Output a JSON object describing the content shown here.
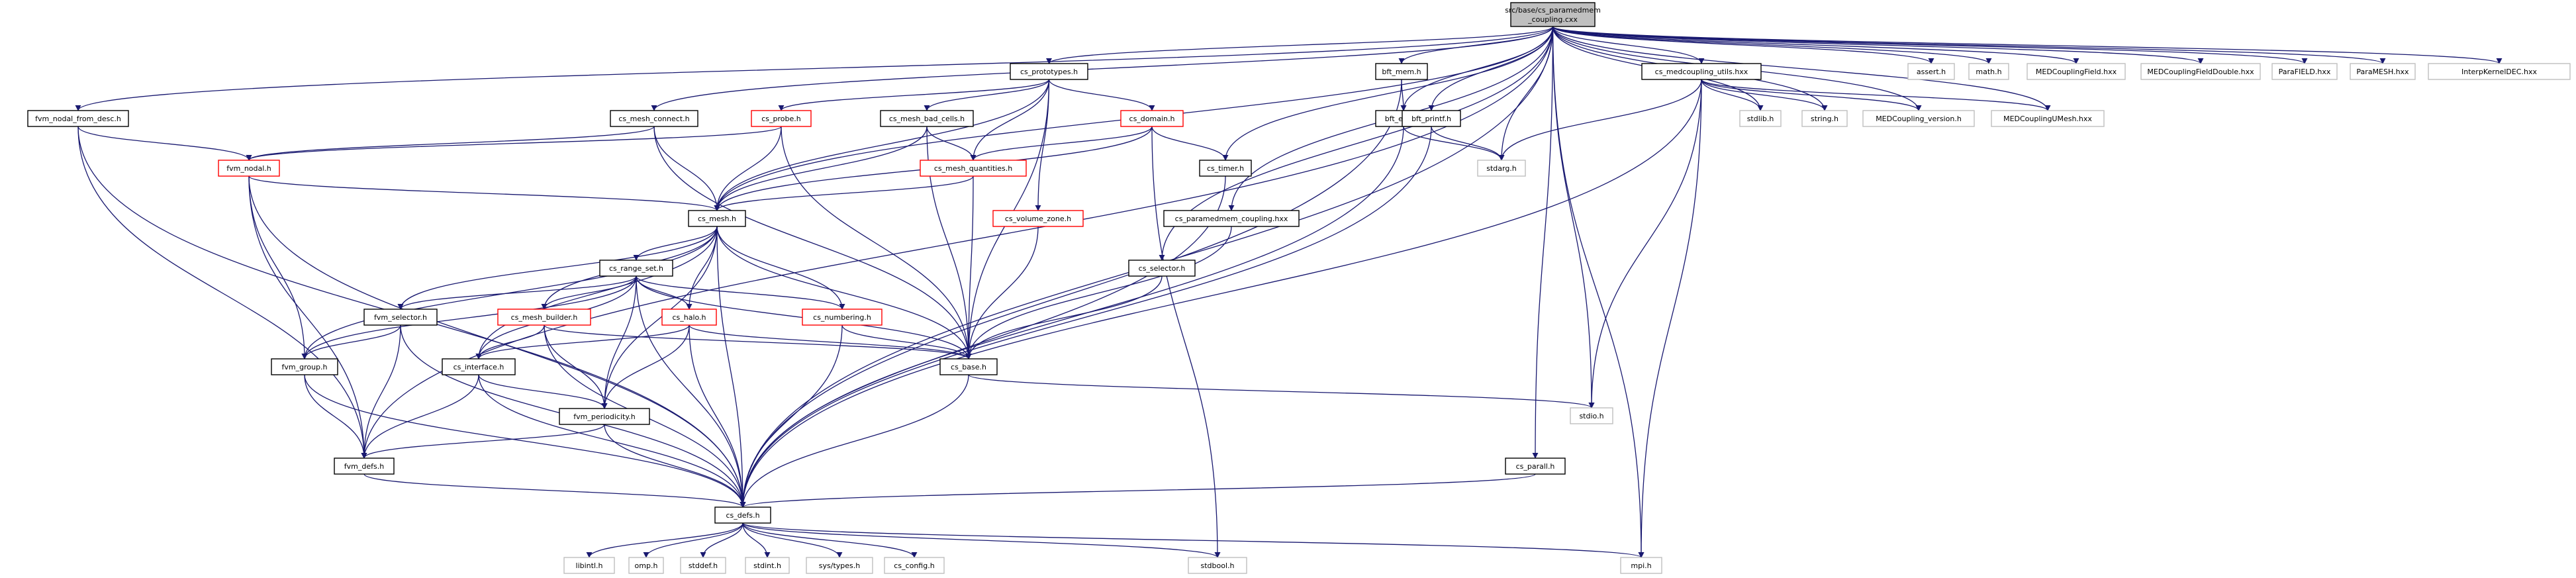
{
  "colors": {
    "root_fill": "#bfbfbf",
    "normal_border": "#000000",
    "missing_border": "#ff0000",
    "system_border": "#bfbfbf",
    "edge": "#191970"
  },
  "nodes": [
    {
      "id": "root",
      "lines": [
        "src/base/cs_paramedmem",
        "_coupling.cxx"
      ],
      "kind": "root"
    },
    {
      "id": "fvm_nodal_from_desc",
      "lines": [
        "fvm_nodal_from_desc.h"
      ],
      "kind": "normal"
    },
    {
      "id": "cs_mesh_connect",
      "lines": [
        "cs_mesh_connect.h"
      ],
      "kind": "normal"
    },
    {
      "id": "cs_prototypes",
      "lines": [
        "cs_prototypes.h"
      ],
      "kind": "normal"
    },
    {
      "id": "bft_mem",
      "lines": [
        "bft_mem.h"
      ],
      "kind": "normal"
    },
    {
      "id": "cs_medcoupling_utils",
      "lines": [
        "cs_medcoupling_utils.hxx"
      ],
      "kind": "normal"
    },
    {
      "id": "assert",
      "lines": [
        "assert.h"
      ],
      "kind": "system"
    },
    {
      "id": "math",
      "lines": [
        "math.h"
      ],
      "kind": "system"
    },
    {
      "id": "MEDCouplingField",
      "lines": [
        "MEDCouplingField.hxx"
      ],
      "kind": "system"
    },
    {
      "id": "MEDCouplingFieldDouble",
      "lines": [
        "MEDCouplingFieldDouble.hxx"
      ],
      "kind": "system"
    },
    {
      "id": "ParaFIELD",
      "lines": [
        "ParaFIELD.hxx"
      ],
      "kind": "system"
    },
    {
      "id": "ParaMESH",
      "lines": [
        "ParaMESH.hxx"
      ],
      "kind": "system"
    },
    {
      "id": "InterpKernelDEC",
      "lines": [
        "InterpKernelDEC.hxx"
      ],
      "kind": "system"
    },
    {
      "id": "cs_probe",
      "lines": [
        "cs_probe.h"
      ],
      "kind": "missing"
    },
    {
      "id": "cs_mesh_bad_cells",
      "lines": [
        "cs_mesh_bad_cells.h"
      ],
      "kind": "normal"
    },
    {
      "id": "cs_domain",
      "lines": [
        "cs_domain.h"
      ],
      "kind": "missing"
    },
    {
      "id": "bft_error",
      "lines": [
        "bft_error.h"
      ],
      "kind": "normal"
    },
    {
      "id": "bft_printf",
      "lines": [
        "bft_printf.h"
      ],
      "kind": "normal"
    },
    {
      "id": "stdlib",
      "lines": [
        "stdlib.h"
      ],
      "kind": "system"
    },
    {
      "id": "string",
      "lines": [
        "string.h"
      ],
      "kind": "system"
    },
    {
      "id": "MEDCoupling_version",
      "lines": [
        "MEDCoupling_version.h"
      ],
      "kind": "system"
    },
    {
      "id": "MEDCouplingUMesh",
      "lines": [
        "MEDCouplingUMesh.hxx"
      ],
      "kind": "system"
    },
    {
      "id": "fvm_nodal",
      "lines": [
        "fvm_nodal.h"
      ],
      "kind": "missing"
    },
    {
      "id": "cs_mesh_quantities",
      "lines": [
        "cs_mesh_quantities.h"
      ],
      "kind": "missing"
    },
    {
      "id": "cs_timer",
      "lines": [
        "cs_timer.h"
      ],
      "kind": "normal"
    },
    {
      "id": "stdarg",
      "lines": [
        "stdarg.h"
      ],
      "kind": "system"
    },
    {
      "id": "cs_mesh",
      "lines": [
        "cs_mesh.h"
      ],
      "kind": "normal"
    },
    {
      "id": "cs_volume_zone",
      "lines": [
        "cs_volume_zone.h"
      ],
      "kind": "missing"
    },
    {
      "id": "cs_paramedmem_coupling",
      "lines": [
        "cs_paramedmem_coupling.hxx"
      ],
      "kind": "normal"
    },
    {
      "id": "cs_range_set",
      "lines": [
        "cs_range_set.h"
      ],
      "kind": "normal"
    },
    {
      "id": "cs_selector",
      "lines": [
        "cs_selector.h"
      ],
      "kind": "normal"
    },
    {
      "id": "fvm_selector",
      "lines": [
        "fvm_selector.h"
      ],
      "kind": "normal"
    },
    {
      "id": "cs_mesh_builder",
      "lines": [
        "cs_mesh_builder.h"
      ],
      "kind": "missing"
    },
    {
      "id": "cs_halo",
      "lines": [
        "cs_halo.h"
      ],
      "kind": "missing"
    },
    {
      "id": "cs_numbering",
      "lines": [
        "cs_numbering.h"
      ],
      "kind": "missing"
    },
    {
      "id": "fvm_group",
      "lines": [
        "fvm_group.h"
      ],
      "kind": "normal"
    },
    {
      "id": "cs_interface",
      "lines": [
        "cs_interface.h"
      ],
      "kind": "normal"
    },
    {
      "id": "cs_base",
      "lines": [
        "cs_base.h"
      ],
      "kind": "normal"
    },
    {
      "id": "stdio",
      "lines": [
        "stdio.h"
      ],
      "kind": "system"
    },
    {
      "id": "fvm_periodicity",
      "lines": [
        "fvm_periodicity.h"
      ],
      "kind": "normal"
    },
    {
      "id": "cs_parall",
      "lines": [
        "cs_parall.h"
      ],
      "kind": "normal"
    },
    {
      "id": "fvm_defs",
      "lines": [
        "fvm_defs.h"
      ],
      "kind": "normal"
    },
    {
      "id": "cs_defs",
      "lines": [
        "cs_defs.h"
      ],
      "kind": "normal"
    },
    {
      "id": "libintl",
      "lines": [
        "libintl.h"
      ],
      "kind": "system"
    },
    {
      "id": "omp",
      "lines": [
        "omp.h"
      ],
      "kind": "system"
    },
    {
      "id": "stddef",
      "lines": [
        "stddef.h"
      ],
      "kind": "system"
    },
    {
      "id": "stdint",
      "lines": [
        "stdint.h"
      ],
      "kind": "system"
    },
    {
      "id": "sys_types",
      "lines": [
        "sys/types.h"
      ],
      "kind": "system"
    },
    {
      "id": "cs_config",
      "lines": [
        "cs_config.h"
      ],
      "kind": "system"
    },
    {
      "id": "stdbool",
      "lines": [
        "stdbool.h"
      ],
      "kind": "system"
    },
    {
      "id": "mpi",
      "lines": [
        "mpi.h"
      ],
      "kind": "system"
    }
  ],
  "edges": [
    [
      "root",
      "fvm_nodal_from_desc"
    ],
    [
      "root",
      "cs_mesh_connect"
    ],
    [
      "root",
      "cs_prototypes"
    ],
    [
      "root",
      "bft_mem"
    ],
    [
      "root",
      "bft_error"
    ],
    [
      "root",
      "bft_printf"
    ],
    [
      "root",
      "cs_medcoupling_utils"
    ],
    [
      "root",
      "cs_paramedmem_coupling"
    ],
    [
      "root",
      "cs_selector"
    ],
    [
      "root",
      "cs_timer"
    ],
    [
      "root",
      "cs_mesh"
    ],
    [
      "root",
      "cs_defs"
    ],
    [
      "root",
      "fvm_defs"
    ],
    [
      "root",
      "cs_parall"
    ],
    [
      "root",
      "stdarg"
    ],
    [
      "root",
      "stdio"
    ],
    [
      "root",
      "stdlib"
    ],
    [
      "root",
      "string"
    ],
    [
      "root",
      "assert"
    ],
    [
      "root",
      "math"
    ],
    [
      "root",
      "MEDCouplingField"
    ],
    [
      "root",
      "MEDCouplingFieldDouble"
    ],
    [
      "root",
      "ParaFIELD"
    ],
    [
      "root",
      "ParaMESH"
    ],
    [
      "root",
      "InterpKernelDEC"
    ],
    [
      "root",
      "MEDCoupling_version"
    ],
    [
      "root",
      "MEDCouplingUMesh"
    ],
    [
      "root",
      "mpi"
    ],
    [
      "fvm_nodal_from_desc",
      "fvm_nodal"
    ],
    [
      "fvm_nodal_from_desc",
      "fvm_defs"
    ],
    [
      "fvm_nodal_from_desc",
      "cs_defs"
    ],
    [
      "cs_mesh_connect",
      "fvm_nodal"
    ],
    [
      "cs_mesh_connect",
      "cs_mesh"
    ],
    [
      "cs_mesh_connect",
      "cs_base"
    ],
    [
      "cs_prototypes",
      "cs_probe"
    ],
    [
      "cs_prototypes",
      "cs_mesh_bad_cells"
    ],
    [
      "cs_prototypes",
      "cs_domain"
    ],
    [
      "cs_prototypes",
      "cs_mesh"
    ],
    [
      "cs_prototypes",
      "cs_mesh_quantities"
    ],
    [
      "cs_prototypes",
      "cs_volume_zone"
    ],
    [
      "cs_prototypes",
      "cs_base"
    ],
    [
      "cs_probe",
      "fvm_nodal"
    ],
    [
      "cs_probe",
      "cs_mesh"
    ],
    [
      "cs_probe",
      "cs_base"
    ],
    [
      "cs_mesh_bad_cells",
      "cs_mesh"
    ],
    [
      "cs_mesh_bad_cells",
      "cs_mesh_quantities"
    ],
    [
      "cs_mesh_bad_cells",
      "cs_base"
    ],
    [
      "cs_domain",
      "cs_mesh"
    ],
    [
      "cs_domain",
      "cs_mesh_quantities"
    ],
    [
      "cs_domain",
      "cs_timer"
    ],
    [
      "cs_domain",
      "stdbool"
    ],
    [
      "bft_mem",
      "bft_error"
    ],
    [
      "bft_mem",
      "cs_defs"
    ],
    [
      "bft_error",
      "stdarg"
    ],
    [
      "bft_error",
      "cs_defs"
    ],
    [
      "bft_printf",
      "stdarg"
    ],
    [
      "bft_printf",
      "cs_defs"
    ],
    [
      "cs_medcoupling_utils",
      "stdarg"
    ],
    [
      "cs_medcoupling_utils",
      "stdio"
    ],
    [
      "cs_medcoupling_utils",
      "stdlib"
    ],
    [
      "cs_medcoupling_utils",
      "string"
    ],
    [
      "cs_medcoupling_utils",
      "MEDCoupling_version"
    ],
    [
      "cs_medcoupling_utils",
      "MEDCouplingUMesh"
    ],
    [
      "cs_medcoupling_utils",
      "cs_defs"
    ],
    [
      "cs_medcoupling_utils",
      "mpi"
    ],
    [
      "fvm_nodal",
      "cs_mesh"
    ],
    [
      "fvm_nodal",
      "fvm_group"
    ],
    [
      "fvm_nodal",
      "fvm_defs"
    ],
    [
      "fvm_nodal",
      "cs_defs"
    ],
    [
      "cs_mesh_quantities",
      "cs_mesh"
    ],
    [
      "cs_mesh_quantities",
      "cs_base"
    ],
    [
      "cs_timer",
      "cs_defs"
    ],
    [
      "cs_volume_zone",
      "cs_base"
    ],
    [
      "cs_paramedmem_coupling",
      "cs_base"
    ],
    [
      "cs_selector",
      "cs_base"
    ],
    [
      "cs_mesh",
      "cs_range_set"
    ],
    [
      "cs_mesh",
      "fvm_selector"
    ],
    [
      "cs_mesh",
      "cs_mesh_builder"
    ],
    [
      "cs_mesh",
      "cs_halo"
    ],
    [
      "cs_mesh",
      "cs_numbering"
    ],
    [
      "cs_mesh",
      "fvm_group"
    ],
    [
      "cs_mesh",
      "cs_interface"
    ],
    [
      "cs_mesh",
      "cs_base"
    ],
    [
      "cs_mesh",
      "fvm_periodicity"
    ],
    [
      "cs_mesh",
      "cs_defs"
    ],
    [
      "cs_range_set",
      "fvm_group"
    ],
    [
      "cs_range_set",
      "fvm_selector"
    ],
    [
      "cs_range_set",
      "cs_mesh_builder"
    ],
    [
      "cs_range_set",
      "cs_halo"
    ],
    [
      "cs_range_set",
      "cs_numbering"
    ],
    [
      "cs_range_set",
      "cs_interface"
    ],
    [
      "cs_range_set",
      "cs_base"
    ],
    [
      "cs_range_set",
      "fvm_periodicity"
    ],
    [
      "cs_range_set",
      "cs_defs"
    ],
    [
      "fvm_selector",
      "fvm_group"
    ],
    [
      "fvm_selector",
      "fvm_defs"
    ],
    [
      "fvm_selector",
      "cs_defs"
    ],
    [
      "cs_mesh_builder",
      "cs_interface"
    ],
    [
      "cs_mesh_builder",
      "fvm_periodicity"
    ],
    [
      "cs_mesh_builder",
      "cs_base"
    ],
    [
      "cs_mesh_builder",
      "cs_defs"
    ],
    [
      "cs_halo",
      "cs_interface"
    ],
    [
      "cs_halo",
      "fvm_periodicity"
    ],
    [
      "cs_halo",
      "cs_base"
    ],
    [
      "cs_halo",
      "cs_defs"
    ],
    [
      "cs_numbering",
      "cs_base"
    ],
    [
      "cs_numbering",
      "cs_defs"
    ],
    [
      "fvm_group",
      "fvm_defs"
    ],
    [
      "fvm_group",
      "cs_defs"
    ],
    [
      "cs_interface",
      "fvm_periodicity"
    ],
    [
      "cs_interface",
      "fvm_defs"
    ],
    [
      "cs_interface",
      "cs_defs"
    ],
    [
      "cs_base",
      "stdio"
    ],
    [
      "cs_base",
      "cs_defs"
    ],
    [
      "fvm_periodicity",
      "fvm_defs"
    ],
    [
      "fvm_periodicity",
      "cs_defs"
    ],
    [
      "cs_parall",
      "cs_defs"
    ],
    [
      "fvm_defs",
      "cs_defs"
    ],
    [
      "cs_defs",
      "libintl"
    ],
    [
      "cs_defs",
      "omp"
    ],
    [
      "cs_defs",
      "stddef"
    ],
    [
      "cs_defs",
      "stdint"
    ],
    [
      "cs_defs",
      "sys_types"
    ],
    [
      "cs_defs",
      "cs_config"
    ],
    [
      "cs_defs",
      "stdbool"
    ],
    [
      "cs_defs",
      "mpi"
    ]
  ]
}
